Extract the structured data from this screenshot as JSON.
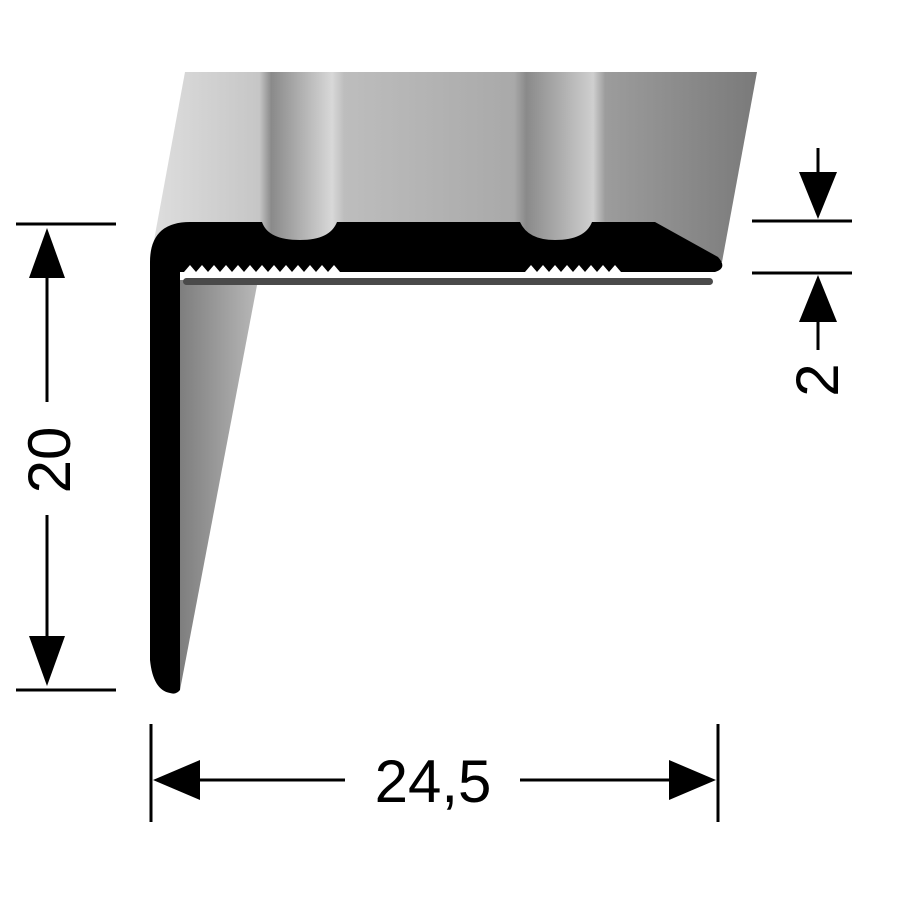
{
  "diagram": {
    "subject": "stair-nosing-angle-profile",
    "colors": {
      "profile": "#000000",
      "insert_strip": "#4a4a4a",
      "background": "#ffffff",
      "surface_light": "#d4d4d4",
      "surface_mid": "#a8a8a8",
      "surface_dark": "#7e7e7e"
    },
    "dimensions": {
      "height": {
        "label": "20",
        "orientation": "vertical"
      },
      "width": {
        "label": "24,5",
        "orientation": "horizontal"
      },
      "thickness": {
        "label": "2",
        "orientation": "vertical"
      }
    }
  }
}
